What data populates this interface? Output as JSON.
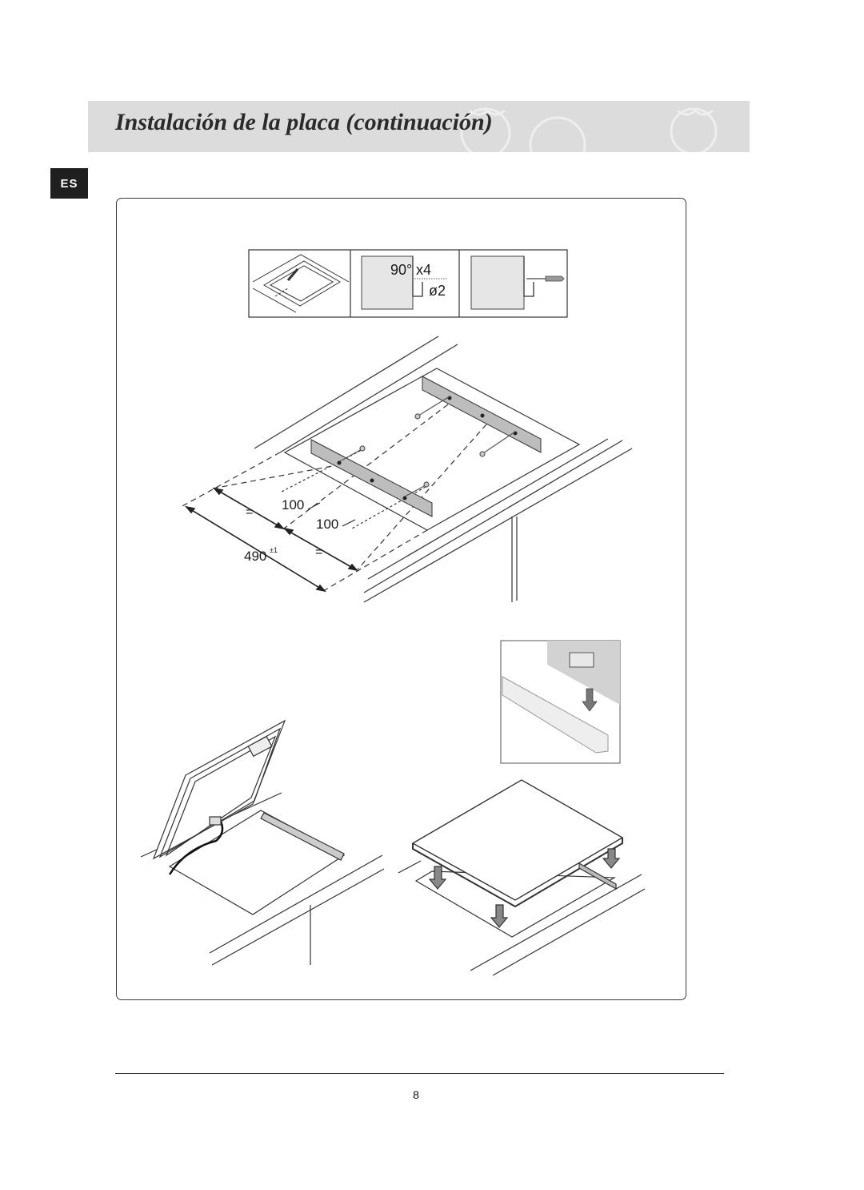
{
  "header": {
    "title": "Instalación de la placa (continuación)"
  },
  "language_tab": "ES",
  "step_strip": {
    "angle_label": "90°",
    "count_label": "x4",
    "drill_label": "ø2"
  },
  "dimensions": {
    "offset_a": "100",
    "offset_b": "100",
    "equal_a": "=",
    "equal_b": "=",
    "cutout_width": "490",
    "tolerance": "±1"
  },
  "footer": {
    "page_number": "8"
  }
}
